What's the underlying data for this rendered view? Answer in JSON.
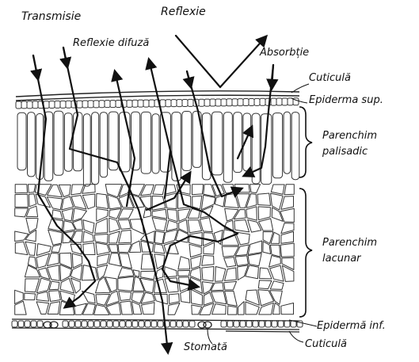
{
  "labels": {
    "transmisie": "Transmisie",
    "reflexie": "Reflexie",
    "reflexie_difuza": "Reflexie difuză",
    "absorbtie": "Absorbție",
    "cuticula_top": "Cuticulă",
    "epiderma_sup": "Epiderma sup.",
    "parenchim_palisadic_1": "Parenchim",
    "parenchim_palisadic_2": "palisadic",
    "parenchim_lacunar_1": "Parenchim",
    "parenchim_lacunar_2": "lacunar",
    "epiderma_inf": "Epidermă inf.",
    "stomata": "Stomată",
    "cuticula_bottom": "Cuticulă"
  },
  "colors": {
    "ink": "#111111",
    "cell_line": "#333333",
    "paper": "#ffffff"
  }
}
